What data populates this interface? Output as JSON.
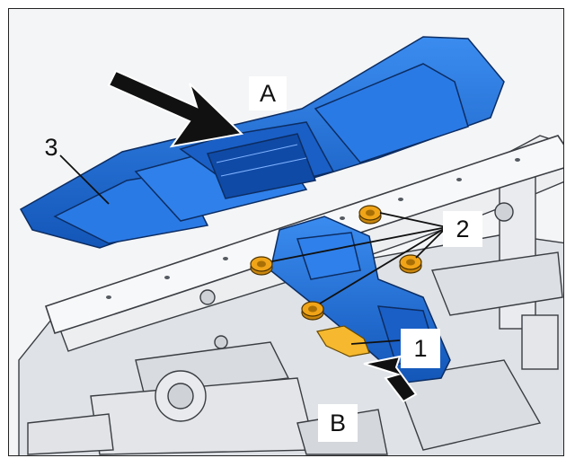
{
  "callouts": {
    "A": "A",
    "B": "B",
    "part_1": "1",
    "part_2": "2",
    "part_3": "3"
  },
  "colors": {
    "component_blue": "#1d6fd8",
    "nut_orange": "#f0a417",
    "clip_yellow": "#f5b82e",
    "frame_light": "#eef0f2",
    "arrow_black": "#111111"
  }
}
